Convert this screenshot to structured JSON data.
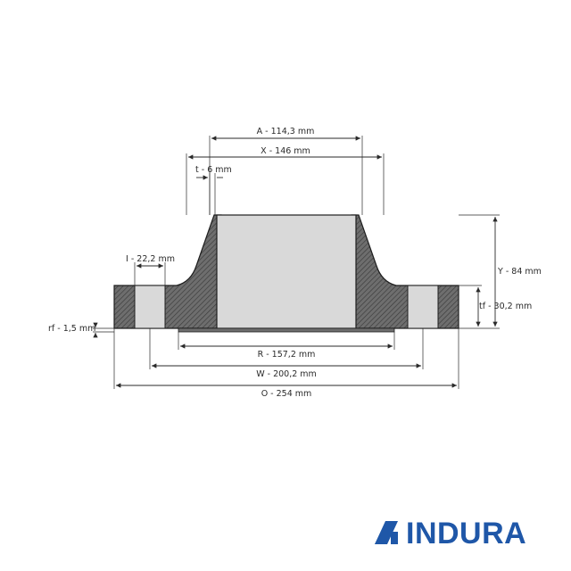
{
  "dimensions": {
    "A": "A - 114,3 mm",
    "X": "X - 146 mm",
    "t": "t - 6 mm",
    "I": "I - 22,2 mm",
    "Y": "Y - 84 mm",
    "tf": "tf - 30,2 mm",
    "rf": "rf - 1,5 mm",
    "R": "R - 157,2 mm",
    "W": "W - 200,2 mm",
    "O": "O - 254 mm"
  },
  "logo": {
    "text": "INDURA",
    "color": "#1f57a8",
    "icon": "indura-logo-icon"
  },
  "colors": {
    "body": "#6e6e6e",
    "bore": "#d9d9d9",
    "hatch": "#3a3a3a",
    "lines": "#2a2a2a"
  }
}
